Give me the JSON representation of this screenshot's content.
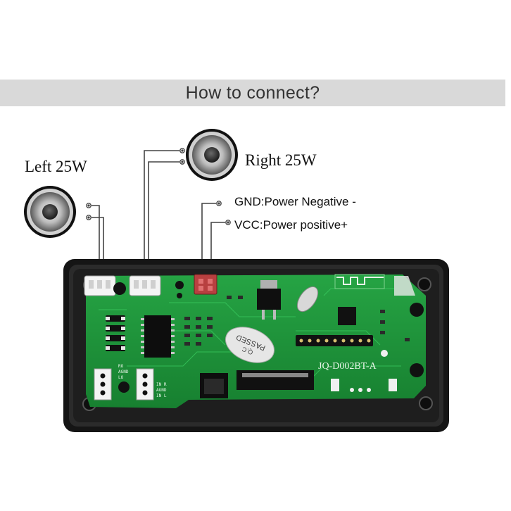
{
  "banner": {
    "title": "How to connect?"
  },
  "speakers": {
    "left": {
      "label": "Left 25W",
      "icon": "speaker-icon"
    },
    "right": {
      "label": "Right 25W",
      "icon": "speaker-icon"
    }
  },
  "power_pins": {
    "gnd": "GND:Power Negative -",
    "vcc": "VCC:Power positive+"
  },
  "board": {
    "model": "JQ-D002BT-A",
    "qc_sticker": "PASSED",
    "qc_sub": "Q.C",
    "colors": {
      "pcb": "#1f9a3a",
      "frame": "#1a1a1a",
      "sticker": "#e6e6e6"
    }
  }
}
